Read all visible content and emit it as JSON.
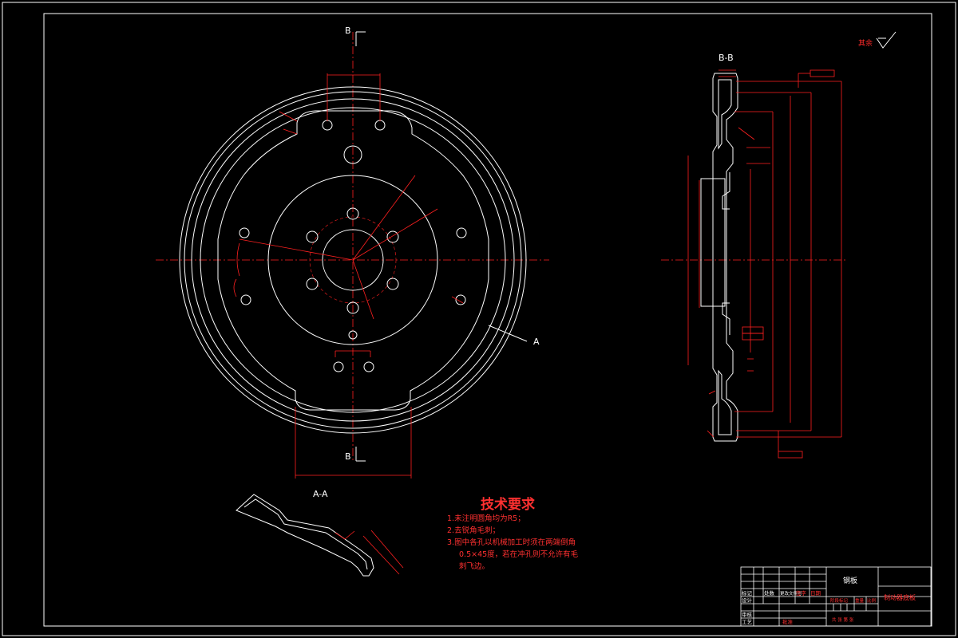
{
  "labels": {
    "section_b_top": "B",
    "section_b_bottom": "B",
    "section_a": "A",
    "view_bb": "B-B",
    "view_aa": "A-A",
    "roughness_note": "其余"
  },
  "requirements": {
    "title": "技术要求",
    "items": [
      "1.未注明圆角均为R5；",
      "2.去锐角毛刺；",
      "3.图中各孔以机械加工时须在两端倒角",
      "0.5×45度，若在冲孔则不允许有毛",
      "刺飞边。"
    ]
  },
  "title_block": {
    "material": "钢板",
    "part_name": "制动器底板",
    "rows": [
      "标记",
      "处数",
      "更改文件号",
      "签字",
      "日期"
    ],
    "roles": [
      "设计",
      "审核",
      "工艺",
      "批准"
    ],
    "stage": "阶段标记",
    "weight": "重量",
    "scale": "比例",
    "sheet": "共 张 第 张"
  }
}
